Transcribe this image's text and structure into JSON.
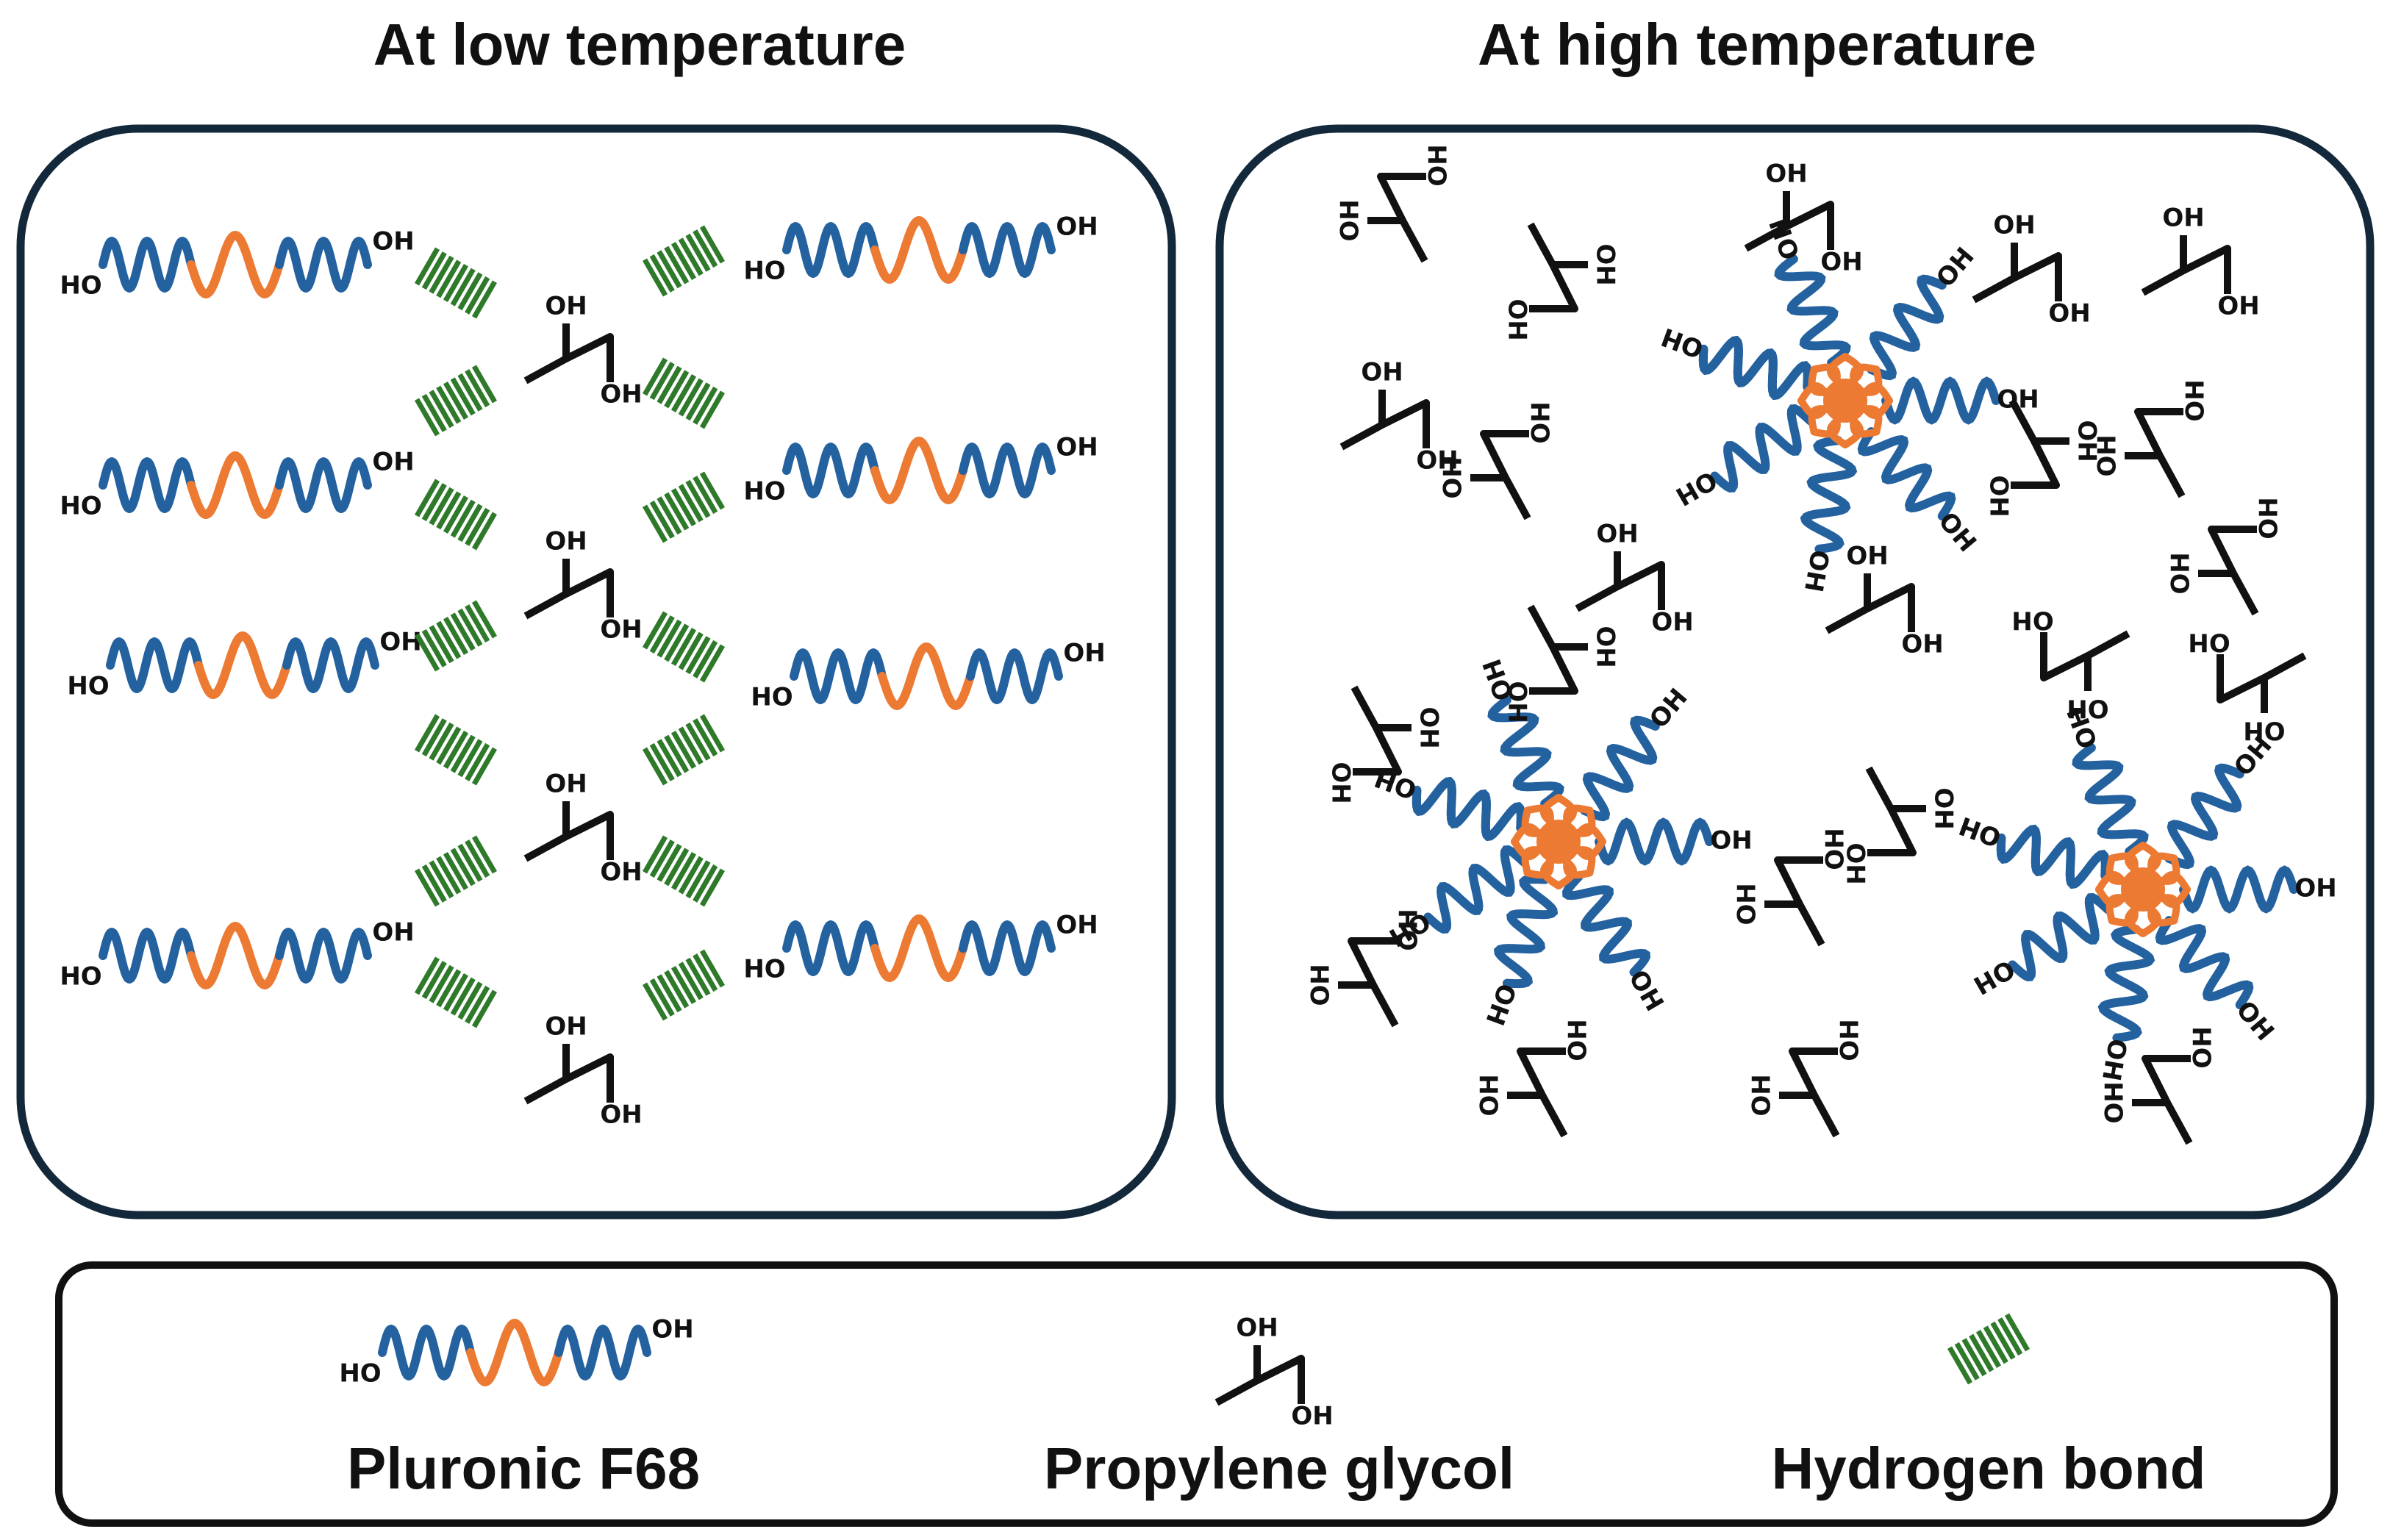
{
  "titles": {
    "low": "At low temperature",
    "high": "At high temperature"
  },
  "legend": {
    "pluronic": "Pluronic F68",
    "glycol": "Propylene glycol",
    "hbond": "Hydrogen bond"
  },
  "groups": {
    "hydroxyl": "OH",
    "hydroxyl_rev": "HO"
  },
  "colors": {
    "peo_block": "#24619f",
    "ppo_block": "#ec7a33",
    "hydrogen_bond": "#2e7a2a",
    "molecule": "#111111",
    "panel_border": "#13283a"
  }
}
